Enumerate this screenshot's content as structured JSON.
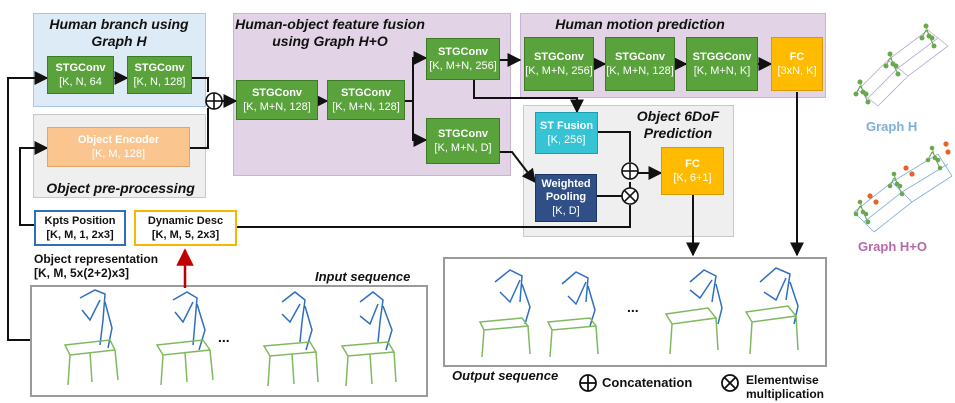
{
  "regions": {
    "human_branch": {
      "title": "Human branch using Graph H"
    },
    "object_preprocessing": {
      "title": "Object pre-processing"
    },
    "fusion": {
      "title": "Human-object feature fusion using Graph H+O"
    },
    "motion": {
      "title": "Human motion prediction"
    },
    "object6dof": {
      "title": "Object 6DoF Prediction"
    }
  },
  "blocks": {
    "h1": {
      "name": "STGConv",
      "dims": "[K, N, 64"
    },
    "h2": {
      "name": "STGConv",
      "dims": "[K, N, 128]"
    },
    "obj_enc": {
      "name": "Object Encoder",
      "dims": "[K, M, 128]"
    },
    "f1": {
      "name": "STGConv",
      "dims": "[K, M+N, 128]"
    },
    "f2": {
      "name": "STGConv",
      "dims": "[K, M+N, 128]"
    },
    "f3": {
      "name": "STGConv",
      "dims": "[K, M+N, 256]"
    },
    "f4": {
      "name": "STGConv",
      "dims": "[K, M+N, D]"
    },
    "m1": {
      "name": "STGConv",
      "dims": "[K, M+N, 256]"
    },
    "m2": {
      "name": "STGConv",
      "dims": "[K, M+N, 128]"
    },
    "m3": {
      "name": "STGGConv",
      "dims": "[K, M+N, K]"
    },
    "m_fc": {
      "name": "FC",
      "dims": "[3xN, K]"
    },
    "st_fusion": {
      "name": "ST Fusion",
      "dims": "[K, 256]"
    },
    "wpool": {
      "name": "Weighted Pooling",
      "dims": "[K, D]"
    },
    "o_fc": {
      "name": "FC",
      "dims": "[K, 6+1]"
    }
  },
  "object_inputs": {
    "kpts": {
      "name": "Kpts Position",
      "dims": "[K, M, 1, 2x3]"
    },
    "desc": {
      "name": "Dynamic Desc",
      "dims": "[K, M, 5, 2x3]"
    },
    "representation_title": "Object representation",
    "representation_dims": "[K, M, 5x(2+2)x3]"
  },
  "sequences": {
    "input_label": "Input sequence",
    "output_label": "Output sequence",
    "ellipsis": "..."
  },
  "legend": {
    "concat_symbol": "⊕",
    "concat_label": "Concatenation",
    "mult_symbol": "⊗",
    "mult_label_1": "Elementwise",
    "mult_label_2": "multiplication"
  },
  "graphs": {
    "h_label": "Graph H",
    "ho_label": "Graph H+O",
    "h_color": "#7faed6",
    "ho_color": "#b46aa6"
  },
  "colors": {
    "green": "#5aa23c",
    "orange": "#fbc58f",
    "cyan": "#36c3d3",
    "navy": "#2f4f86",
    "amber": "#ffbb00",
    "arrow": "#111111",
    "red_arrow": "#c00000"
  }
}
